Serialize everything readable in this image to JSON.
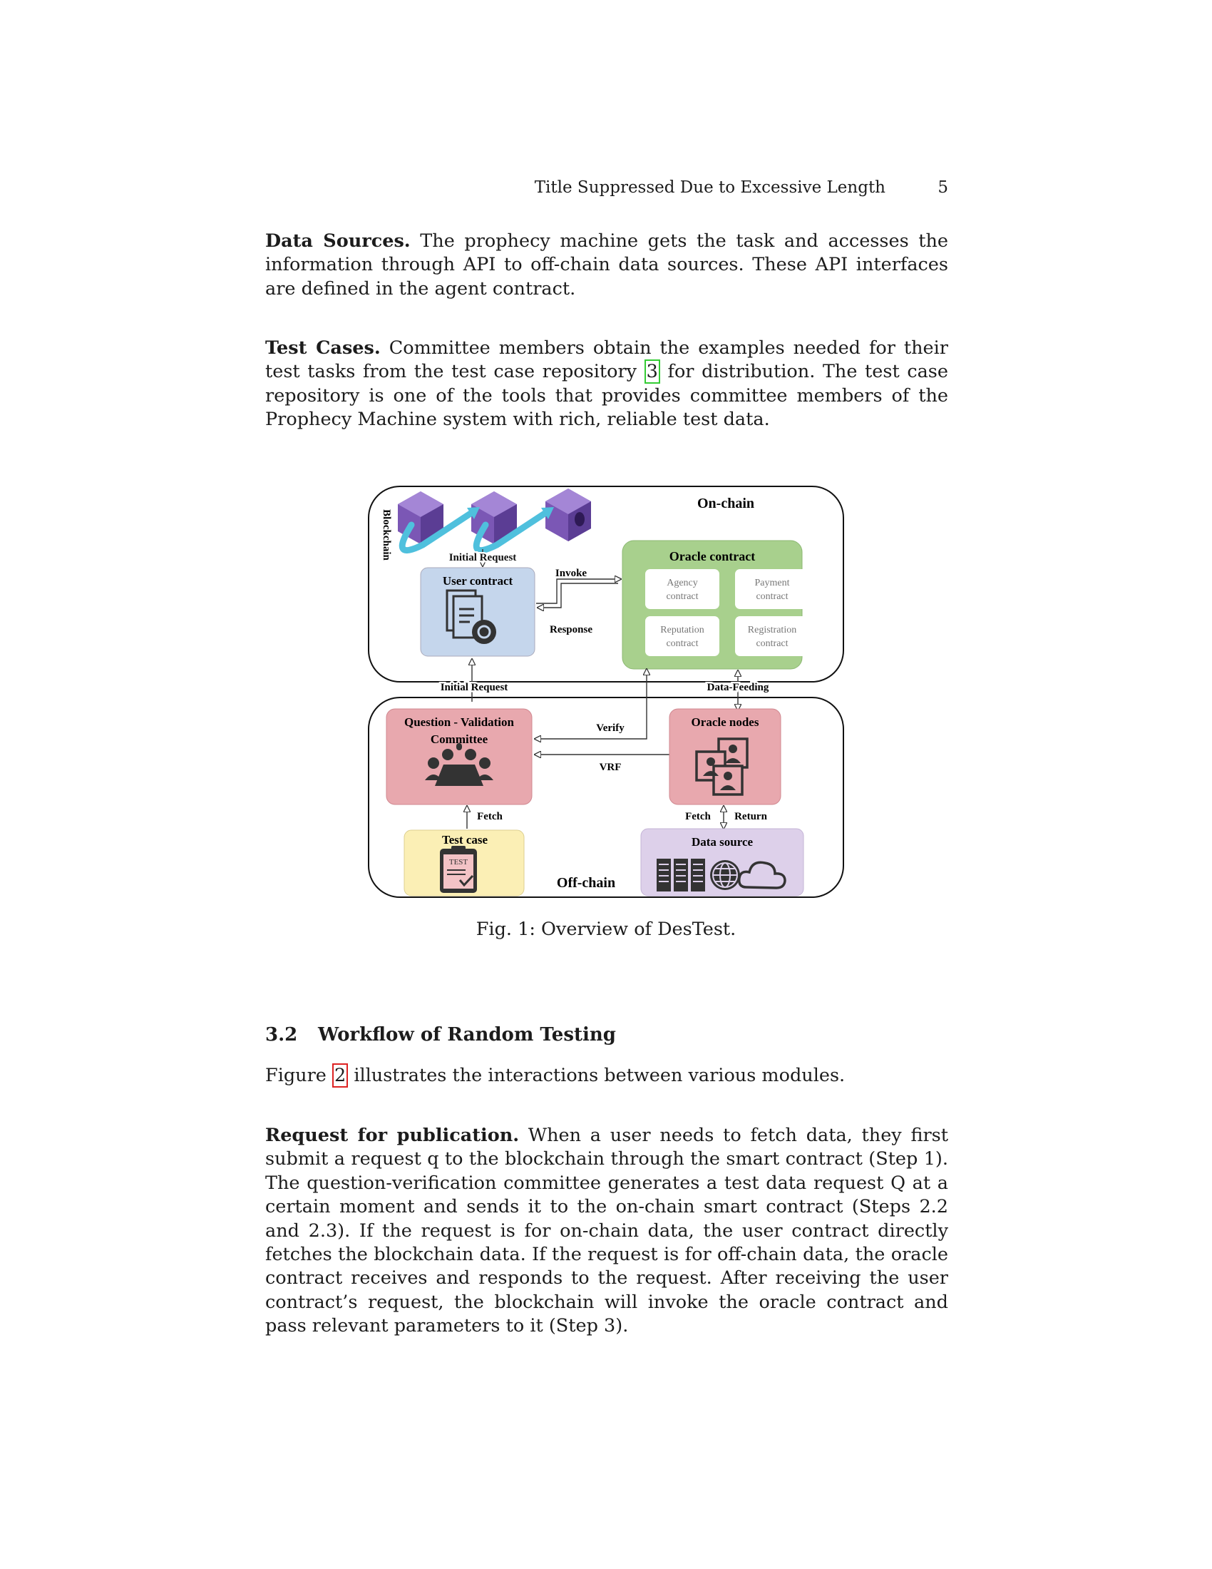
{
  "header": {
    "title": "Title Suppressed Due to Excessive Length",
    "page_number": "5"
  },
  "data_sources": {
    "heading": "Data Sources.",
    "text": " The prophecy machine gets the task and accesses the information through API to off-chain data sources. These API interfaces are defined in the agent contract."
  },
  "test_cases": {
    "heading": "Test Cases.",
    "text_before": " Committee members obtain the examples needed for their test tasks from the test case repository ",
    "citation": "3",
    "text_after": " for distribution. The test case repository is one of the tools that provides committee members of the Prophecy Machine system with rich, reliable test data."
  },
  "figure": {
    "on_chain": "On-chain",
    "off_chain": "Off-chain",
    "blockchain": "Blockchain",
    "oracle_contract": "Oracle contract",
    "agency_1": "Agency",
    "agency_2": "contract",
    "payment_1": "Payment",
    "payment_2": "contract",
    "reputation_1": "Reputation",
    "reputation_2": "contract",
    "registration_1": "Registration",
    "registration_2": "contract",
    "user_contract": "User contract",
    "initial_request_top": "Initial Request",
    "initial_request_mid": "Initial Request",
    "invoke": "Invoke",
    "response": "Response",
    "data_feeding": "Data-Feeding",
    "committee_1": "Question - Validation",
    "committee_2": "Committee",
    "verify": "Verify",
    "vrf": "VRF",
    "oracle_nodes": "Oracle nodes",
    "fetch_left": "Fetch",
    "fetch_right": "Fetch",
    "return": "Return",
    "test_case": "Test case",
    "test_label": "TEST",
    "data_source": "Data source",
    "caption": "Fig. 1: Overview of DesTest."
  },
  "section": {
    "number": "3.2",
    "title": "Workflow of Random Testing"
  },
  "figure_ref": {
    "before": "Figure ",
    "ref": "2",
    "after": " illustrates the interactions between various modules."
  },
  "request_pub": {
    "heading": "Request for publication.",
    "text": " When a user needs to fetch data, they first submit a request q to the blockchain through the smart contract (Step 1). The question-verification committee generates a test data request Q at a certain moment and sends it to the on-chain smart contract (Steps 2.2 and 2.3). If the request is for on-chain data, the user contract directly fetches the blockchain data. If the request is for off-chain data, the oracle contract receives and responds to the request. After receiving the user contract’s request, the blockchain will invoke the oracle contract and pass relevant parameters to it (Step 3)."
  },
  "colors": {
    "oracle_green": "#a8d08d",
    "user_blue": "#c5d6ec",
    "committee_pink": "#e8a8ae",
    "test_yellow": "#fbefb5",
    "datasource_purple": "#ddd0ea",
    "cube_purple": "#7b57b5",
    "arrow_cyan": "#4fc0dd"
  }
}
